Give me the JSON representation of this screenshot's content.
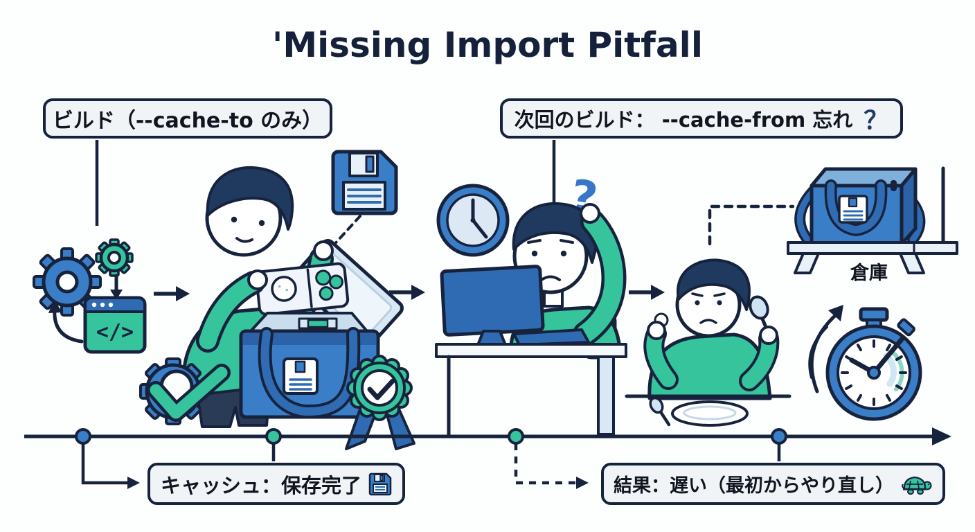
{
  "title": "'Missing Import Pitfall",
  "flow": {
    "build_label": "ビルド（--cache-to のみ）",
    "next_build_label": "次回のビルド： --cache-from 忘れ",
    "next_build_question": "？",
    "cache_saved_label": "キャッシュ：保存完了",
    "result_label": "結果：遅い（最初からやり直し）",
    "warehouse_label": "倉庫"
  },
  "icons": {
    "code_glyph": "</>",
    "question_mark": "?"
  },
  "colors": {
    "outline_navy": "#17233d",
    "blue": "#3b7ec8",
    "dark_blue": "#2c62a8",
    "green": "#36c49c",
    "light_blue": "#d9e8f4",
    "box_fill": "#f1f4f7",
    "title_navy": "#15213a"
  }
}
